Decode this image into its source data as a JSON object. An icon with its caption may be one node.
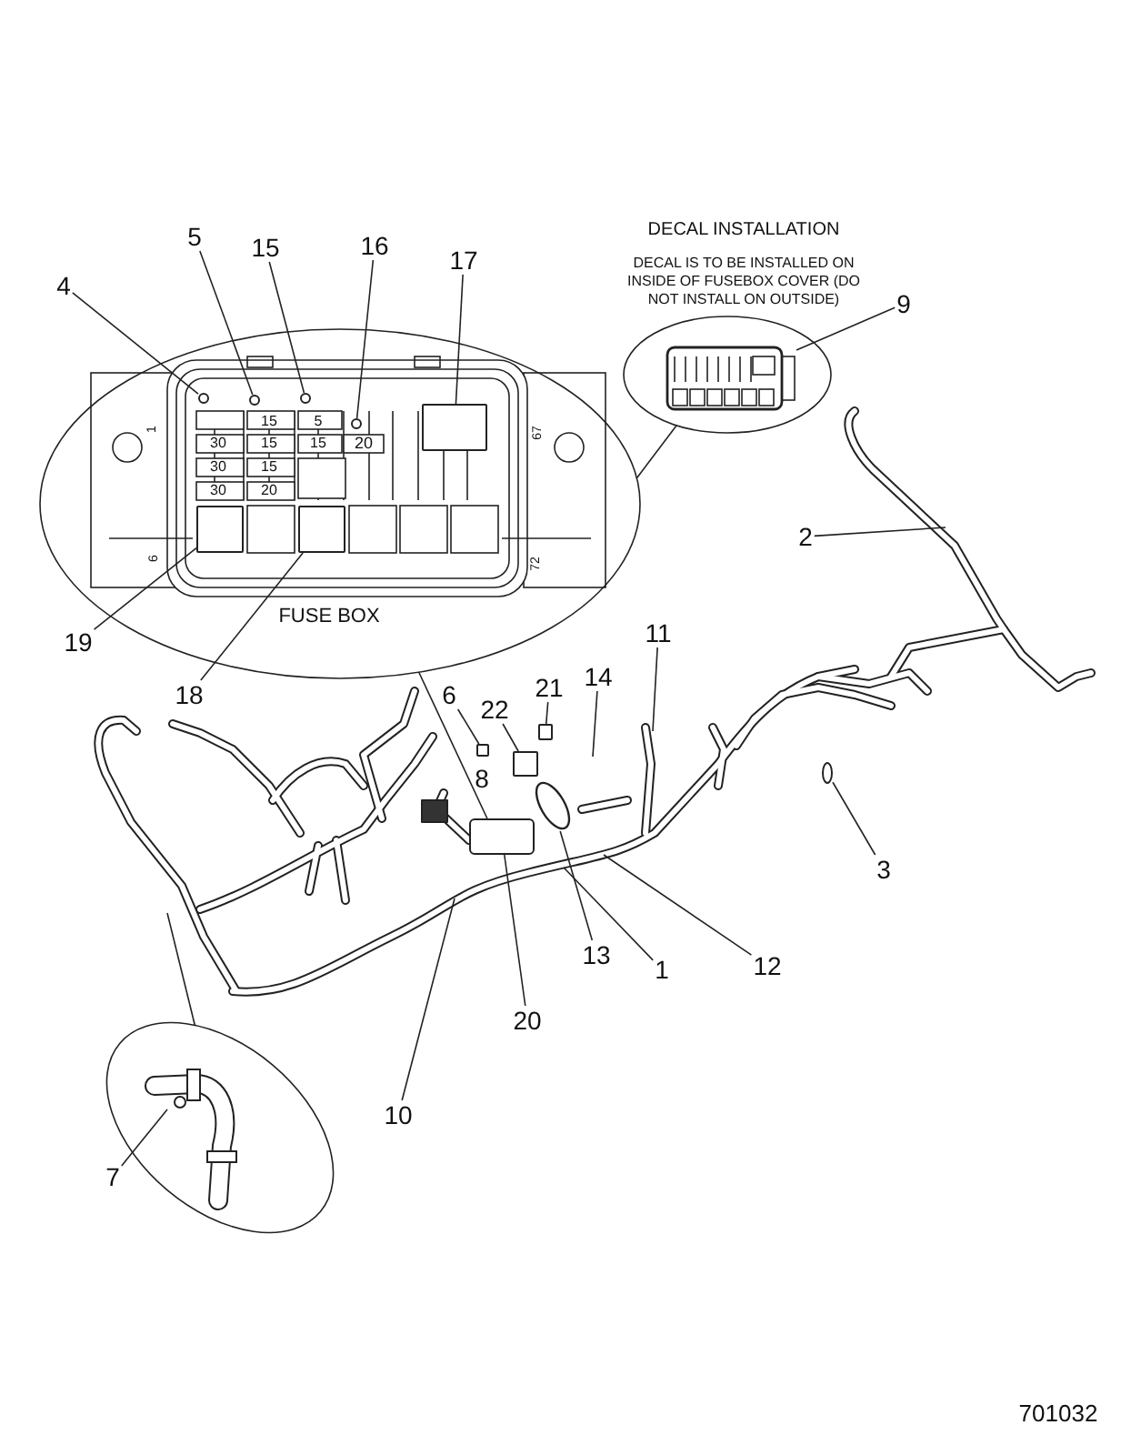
{
  "diagram": {
    "nodes": [
      {
        "text": [
          "FUSE BOX"
        ]
      },
      {
        "text": [],
        "shape": "circle"
      },
      {
        "text": [],
        "shape": "circle"
      },
      {
        "text": [
          "5"
        ]
      },
      {
        "text": [
          "15"
        ]
      },
      {
        "text": [
          "16"
        ]
      },
      {
        "text": [
          "17"
        ]
      },
      {
        "text": [
          "4"
        ]
      },
      {
        "text": [
          "9"
        ]
      },
      {
        "text": [
          "19"
        ]
      },
      {
        "text": [
          "2"
        ]
      },
      {
        "text": [
          "18"
        ]
      },
      {
        "text": [
          "11"
        ]
      },
      {
        "text": [
          "6"
        ]
      },
      {
        "text": [
          "22"
        ]
      },
      {
        "text": [
          "21"
        ]
      },
      {
        "text": [
          "14"
        ]
      },
      {
        "text": [
          "3"
        ]
      },
      {
        "text": [
          "13"
        ]
      },
      {
        "text": [
          "1"
        ]
      },
      {
        "text": [
          "12"
        ]
      },
      {
        "text": [
          "20"
        ]
      },
      {
        "text": [
          "10"
        ]
      },
      {
        "text": [
          "7"
        ]
      },
      {
        "text": [],
        "shape": "circle",
        "in": 0
      },
      {
        "text": [],
        "shape": "circle",
        "in": 0
      },
      {
        "text": [],
        "shape": "circle",
        "in": 0
      },
      {
        "text": [],
        "shape": "box",
        "in": 0
      },
      {
        "text": [],
        "shape": "circle",
        "in": 0
      },
      {
        "text": [],
        "shape": "picture",
        "in": 1
      },
      {
        "text": [],
        "shape": "box",
        "in": 0
      },
      {
        "text": [],
        "shape": "box",
        "in": 0
      },
      {
        "text": [],
        "shape": "box"
      },
      {
        "text": [],
        "shape": "box"
      },
      {
        "text": [],
        "shape": "circle"
      },
      {
        "text": [],
        "shape": "box"
      },
      {
        "text": [],
        "shape": "box"
      },
      {
        "text": [],
        "shape": "circle"
      }
    ],
    "edges": [
      {
        "from": 0,
        "to": 1,
        "arrow": "none"
      },
      {
        "from": 0,
        "to": 32,
        "arrow": "none"
      },
      {
        "from": 2,
        "to": null,
        "arrow": "none"
      },
      {
        "from": 3,
        "to": 24,
        "arrow": "none"
      },
      {
        "from": 4,
        "to": 25,
        "arrow": "none"
      },
      {
        "from": 5,
        "to": 26,
        "arrow": "none"
      },
      {
        "from": 6,
        "to": 27,
        "arrow": "none"
      },
      {
        "from": 7,
        "to": 28,
        "arrow": "none"
      },
      {
        "from": 8,
        "to": 29,
        "arrow": "none"
      },
      {
        "from": 9,
        "to": 30,
        "arrow": "none"
      },
      {
        "from": 10,
        "to": null,
        "arrow": "none"
      },
      {
        "from": 11,
        "to": 31,
        "arrow": "none"
      },
      {
        "from": 12,
        "to": null,
        "arrow": "none"
      },
      {
        "from": 13,
        "to": 35,
        "arrow": "none"
      },
      {
        "from": 14,
        "to": 33,
        "arrow": "none"
      },
      {
        "from": 15,
        "to": 36,
        "arrow": "none"
      },
      {
        "from": 16,
        "to": null,
        "arrow": "none"
      },
      {
        "from": 17,
        "to": 34,
        "arrow": "none"
      },
      {
        "from": 18,
        "to": 37,
        "arrow": "none"
      },
      {
        "from": 19,
        "to": null,
        "arrow": "none"
      },
      {
        "from": 20,
        "to": null,
        "arrow": "none"
      },
      {
        "from": 21,
        "to": 32,
        "arrow": "none"
      },
      {
        "from": 22,
        "to": null,
        "arrow": "none"
      },
      {
        "from": 23,
        "to": null,
        "arrow": "none"
      }
    ],
    "labels": [
      "DECAL INSTALLATION",
      "DECAL IS TO BE INSTALLED ON INSIDE OF FUSEBOX COVER (DO NOT INSTALL ON OUTSIDE)",
      "1",
      "67",
      "15",
      "5",
      "30",
      "15",
      "15",
      "20",
      "30",
      "15",
      "30",
      "20",
      "6",
      "72",
      "8",
      "701032"
    ]
  }
}
